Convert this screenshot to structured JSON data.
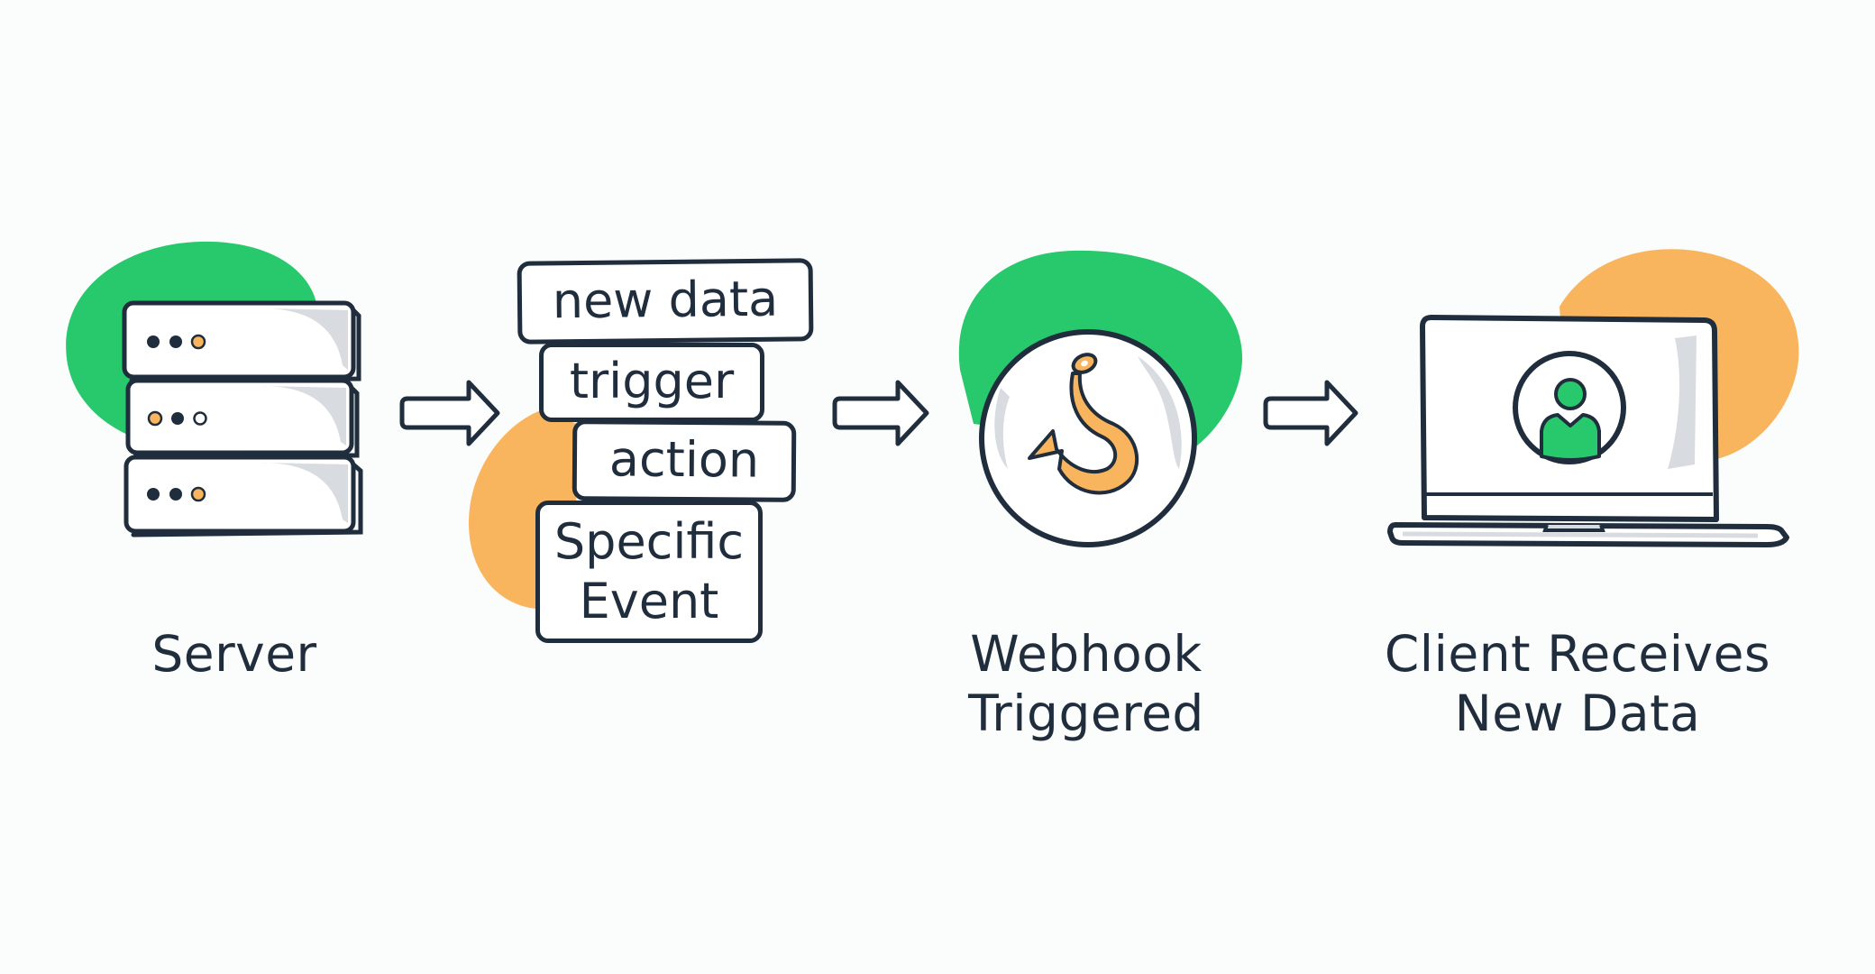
{
  "colors": {
    "green": "#27c96c",
    "orange": "#f9b55e",
    "ink": "#1f2d3d",
    "panel_gray": "#d8dce0",
    "background": "#fbfcfc"
  },
  "steps": [
    {
      "id": "server",
      "label_lines": [
        "Server"
      ],
      "icon": "server-rack-icon",
      "blob_color": "green"
    },
    {
      "id": "event",
      "tags": [
        "new data",
        "trigger",
        "action",
        "Specific Event"
      ],
      "icon": "event-tags",
      "blob_color": "orange"
    },
    {
      "id": "webhook",
      "label_lines": [
        "Webhook",
        "Triggered"
      ],
      "icon": "fishing-hook-icon",
      "blob_color": "green"
    },
    {
      "id": "client",
      "label_lines": [
        "Client Receives",
        "New Data"
      ],
      "icon": "laptop-user-icon",
      "blob_color": "orange"
    }
  ],
  "tags": {
    "new_data": "new data",
    "trigger": "trigger",
    "action": "action",
    "specific_event_line1": "Specific",
    "specific_event_line2": "Event"
  },
  "labels": {
    "server": "Server",
    "webhook_line1": "Webhook",
    "webhook_line2": "Triggered",
    "client_line1": "Client Receives",
    "client_line2": "New Data"
  },
  "connectors": [
    "arrow-right-icon",
    "arrow-right-icon",
    "arrow-right-icon"
  ]
}
